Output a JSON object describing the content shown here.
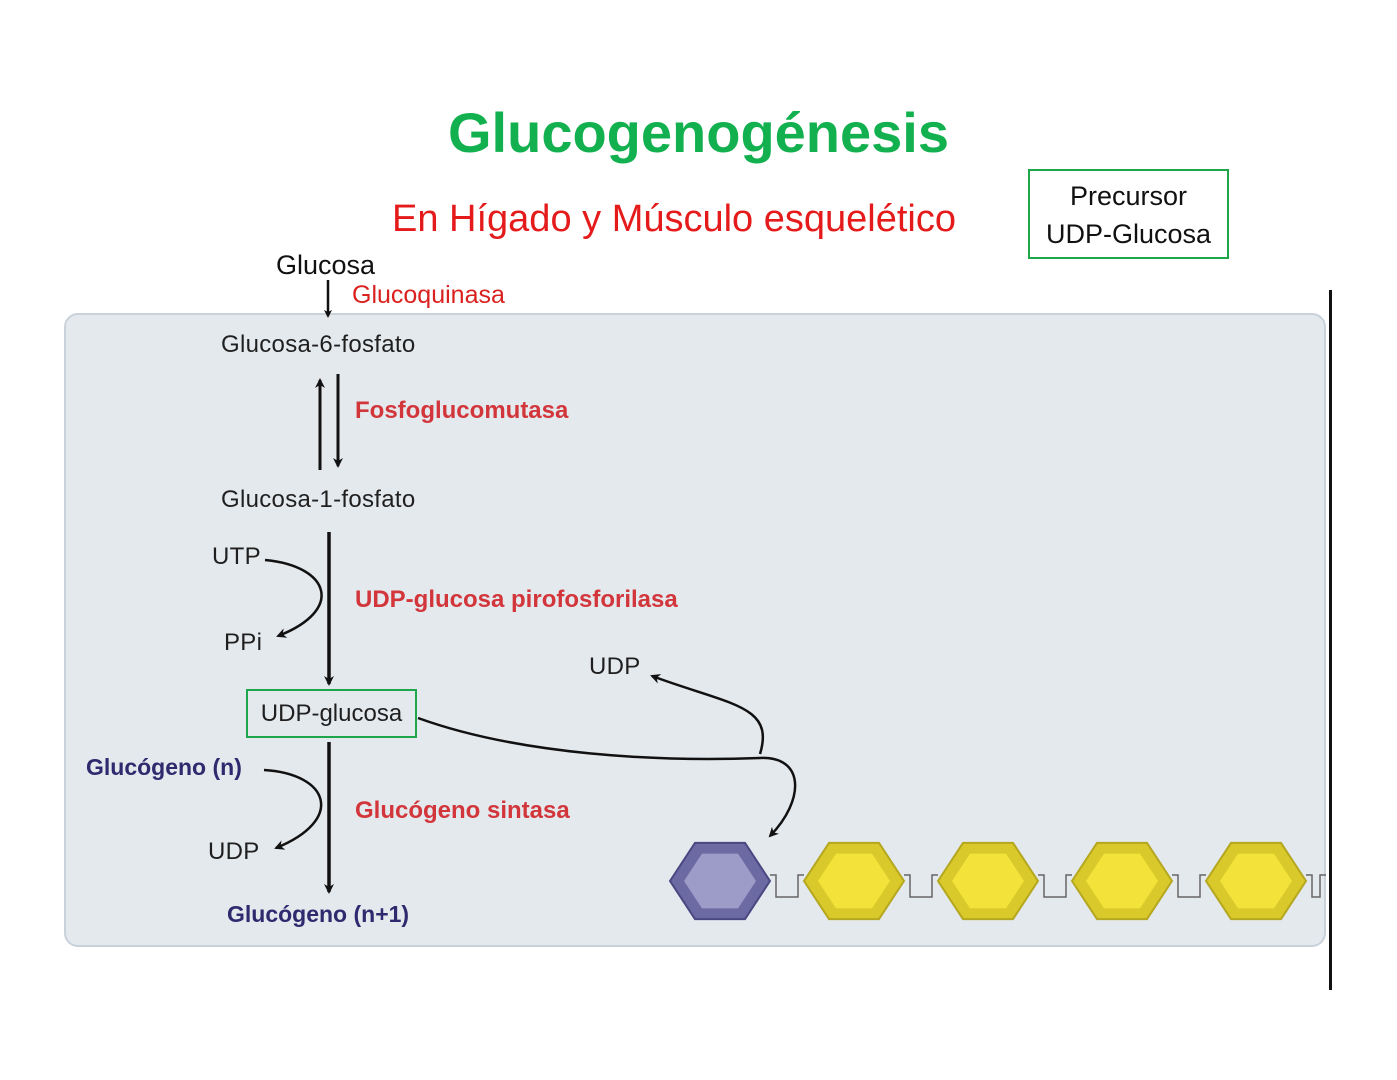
{
  "title": "Glucogenogénesis",
  "subtitle": "En Hígado y Músculo esquelético",
  "precursor_box": {
    "line1": "Precursor",
    "line2": "UDP-Glucosa"
  },
  "pathway": {
    "glucosa": "Glucosa",
    "glucoquinasa": "Glucoquinasa",
    "glucosa_6_fosfato": "Glucosa-6-fosfato",
    "fosfoglucomutasa": "Fosfoglucomutasa",
    "glucosa_1_fosfato": "Glucosa-1-fosfato",
    "utp": "UTP",
    "ppi": "PPi",
    "udp_glucosa_pirofosforilasa": "UDP-glucosa pirofosforilasa",
    "udp_glucosa": "UDP-glucosa",
    "udp_right": "UDP",
    "glucogeno_n": "Glucógeno (n)",
    "glucogeno_sintasa": "Glucógeno sintasa",
    "udp_bottom": "UDP",
    "glucogeno_n1": "Glucógeno (n+1)"
  },
  "colors": {
    "title": "#12b04e",
    "subtitle": "#e51b1b",
    "enzyme": "#d2363b",
    "glycogen_label": "#2d2a6e",
    "box_border": "#1fa64a",
    "panel": "#e4e9ee",
    "new_glucose_unit": "#9d9cc8",
    "glucose_unit": "#f2e23a"
  },
  "glycogen_chain": {
    "new_units": 1,
    "existing_units": 4
  }
}
